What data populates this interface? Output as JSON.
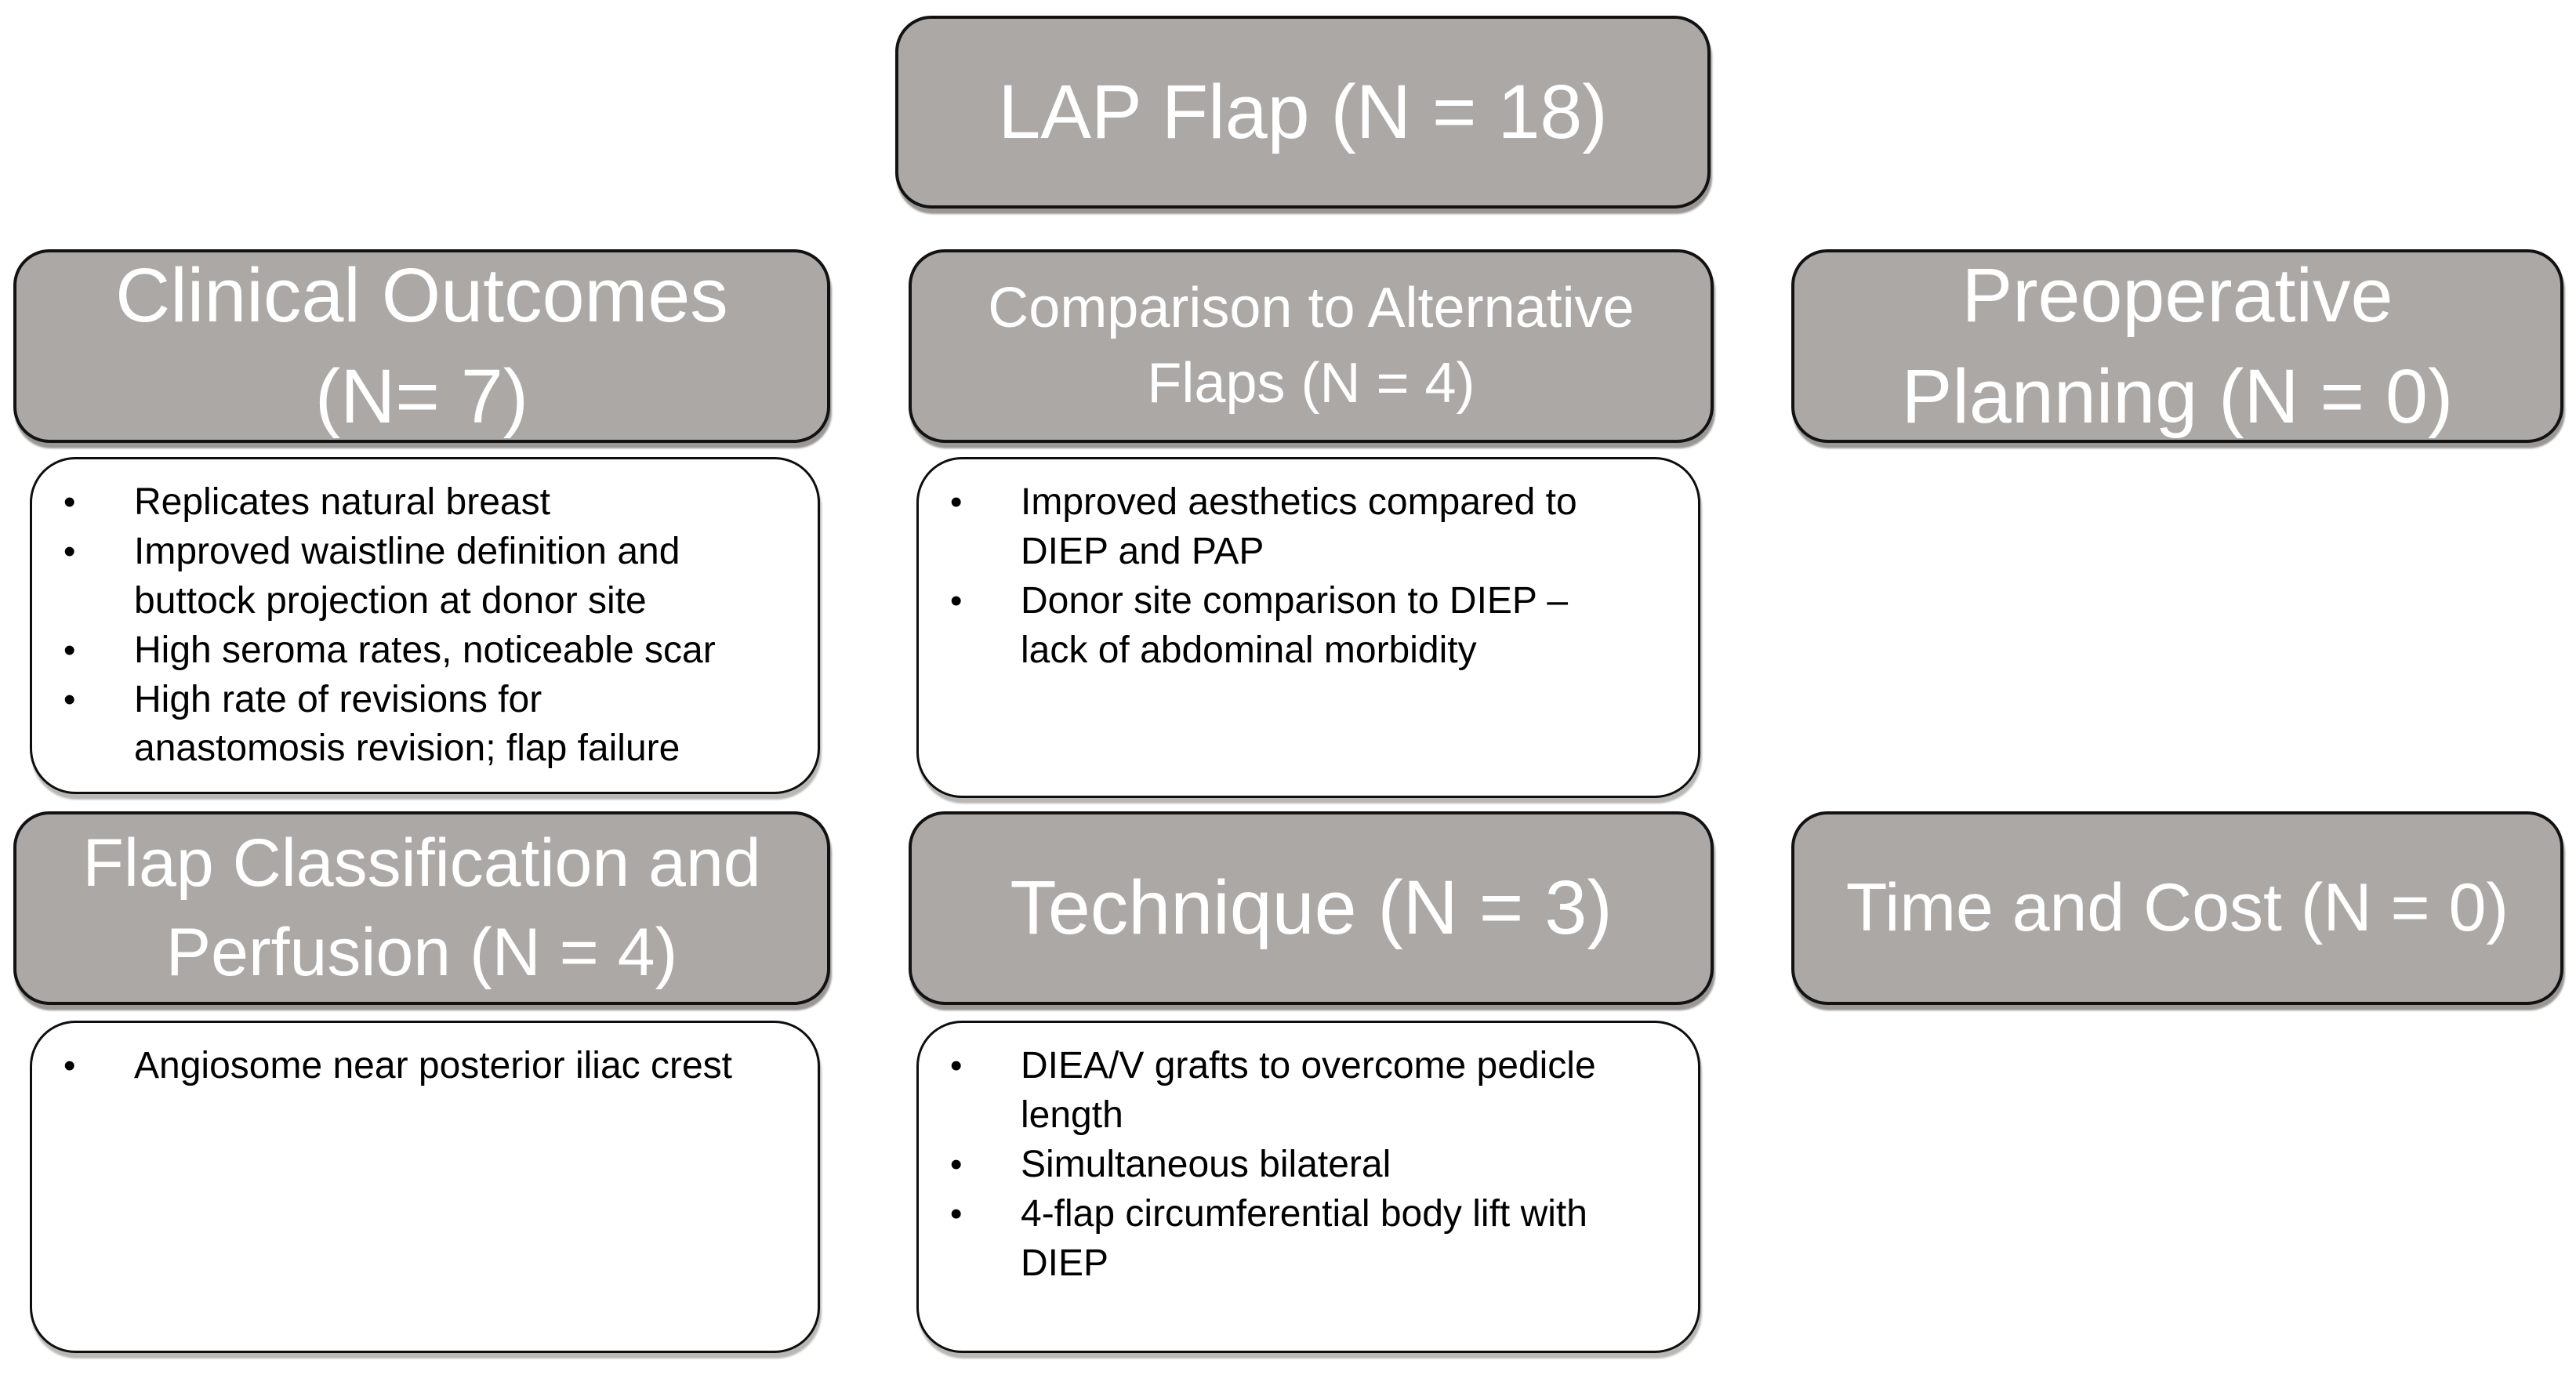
{
  "colors": {
    "box_fill": "#aca8a6",
    "box_border": "#121212",
    "header_text": "#ffffff",
    "body_text": "#000000",
    "background": "#ffffff"
  },
  "root_box": {
    "label": "LAP Flap (N = 18)"
  },
  "bullet_marker": "•",
  "categories": [
    {
      "label": "Clinical Outcomes\n(N= 7)",
      "items": [
        "Replicates natural breast",
        "Improved waistline definition and buttock projection at donor site",
        "High seroma rates, noticeable scar",
        "High rate of revisions for anastomosis revision; flap failure"
      ]
    },
    {
      "label": "Comparison to Alternative\nFlaps (N = 4)",
      "items": [
        "Improved aesthetics compared to DIEP and PAP",
        "Donor site comparison to DIEP – lack of abdominal morbidity"
      ]
    },
    {
      "label": "Preoperative\nPlanning (N = 0)",
      "items": []
    },
    {
      "label": "Flap Classification and\nPerfusion (N = 4)",
      "items": [
        "Angiosome near posterior iliac crest"
      ]
    },
    {
      "label": "Technique (N = 3)",
      "items": [
        "DIEA/V grafts to overcome pedicle length",
        "Simultaneous bilateral",
        "4-flap circumferential body lift with DIEP"
      ]
    },
    {
      "label": "Time and Cost (N = 0)",
      "items": []
    }
  ]
}
